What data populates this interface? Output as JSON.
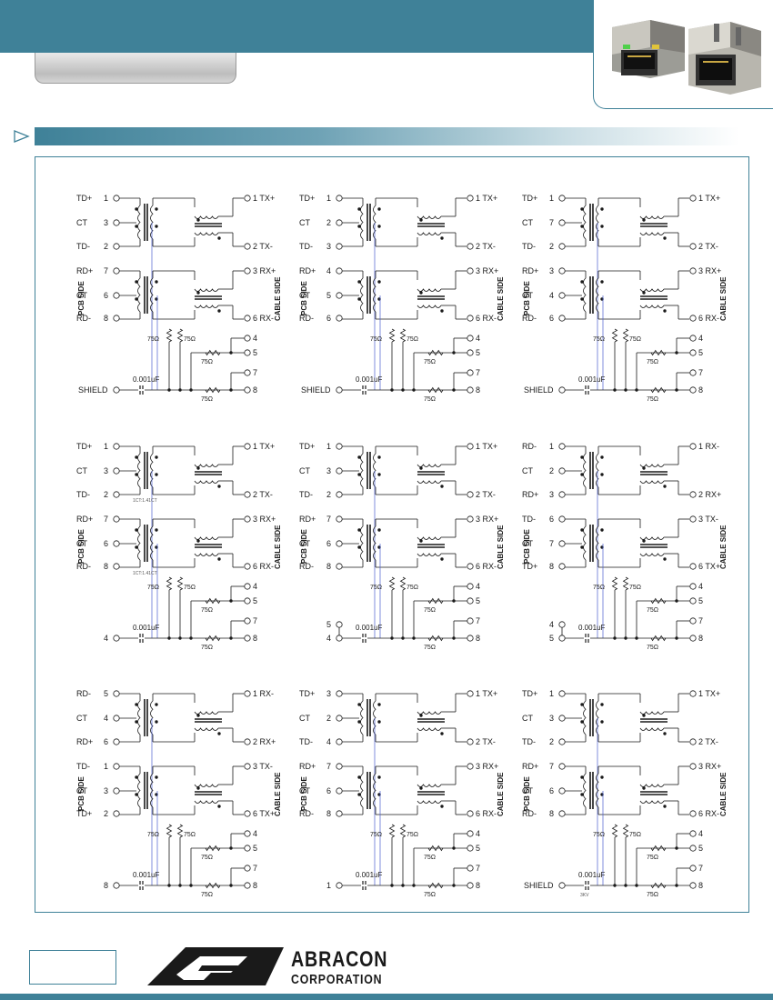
{
  "brand": {
    "name_line1": "ABRACON",
    "name_line2": "CORPORATION",
    "colors": {
      "accent": "#3f8198",
      "ink": "#1a1a1a"
    }
  },
  "header": {
    "pill_label": "",
    "product_photo": "rj45-connector-photo"
  },
  "section": {
    "arrow_icon": "arrow-right-icon",
    "title": ""
  },
  "footer": {
    "page_number": ""
  },
  "labels": {
    "pcb_side": "PCB SIDE",
    "cable_side": "CABLE SIDE",
    "r75": "75Ω",
    "cap": "0.001uF",
    "ratio": "1CT:1.41CT",
    "cap_note": "3KV",
    "shield": "SHIELD"
  },
  "diagrams": [
    {
      "left": [
        [
          "TD+",
          "1"
        ],
        [
          "CT",
          "3"
        ],
        [
          "TD-",
          "2"
        ],
        [
          "RD+",
          "7"
        ],
        [
          "CT",
          "6"
        ],
        [
          "RD-",
          "8"
        ]
      ],
      "right": [
        [
          "1",
          "TX+"
        ],
        [
          "2",
          "TX-"
        ],
        [
          "3",
          "RX+"
        ],
        [
          "6",
          "RX-"
        ]
      ],
      "shield": {
        "label": "SHIELD",
        "pin": ""
      }
    },
    {
      "left": [
        [
          "TD+",
          "1"
        ],
        [
          "CT",
          "2"
        ],
        [
          "TD-",
          "3"
        ],
        [
          "RD+",
          "4"
        ],
        [
          "CT",
          "5"
        ],
        [
          "RD-",
          "6"
        ]
      ],
      "right": [
        [
          "1",
          "TX+"
        ],
        [
          "2",
          "TX-"
        ],
        [
          "3",
          "RX+"
        ],
        [
          "6",
          "RX-"
        ]
      ],
      "shield": {
        "label": "SHIELD",
        "pin": ""
      }
    },
    {
      "left": [
        [
          "TD+",
          "1"
        ],
        [
          "CT",
          "7"
        ],
        [
          "TD-",
          "2"
        ],
        [
          "RD+",
          "3"
        ],
        [
          "CT",
          "4"
        ],
        [
          "RD-",
          "6"
        ]
      ],
      "right": [
        [
          "1",
          "TX+"
        ],
        [
          "2",
          "TX-"
        ],
        [
          "3",
          "RX+"
        ],
        [
          "6",
          "RX-"
        ]
      ],
      "shield": {
        "label": "SHIELD",
        "pin": ""
      }
    },
    {
      "left": [
        [
          "TD+",
          "1"
        ],
        [
          "CT",
          "3"
        ],
        [
          "TD-",
          "2"
        ],
        [
          "RD+",
          "7"
        ],
        [
          "CT",
          "6"
        ],
        [
          "RD-",
          "8"
        ]
      ],
      "right": [
        [
          "1",
          "TX+"
        ],
        [
          "2",
          "TX-"
        ],
        [
          "3",
          "RX+"
        ],
        [
          "6",
          "RX-"
        ]
      ],
      "shield": {
        "label": "",
        "pin": "4"
      },
      "ratio": true
    },
    {
      "left": [
        [
          "TD+",
          "1"
        ],
        [
          "CT",
          "3"
        ],
        [
          "TD-",
          "2"
        ],
        [
          "RD+",
          "7"
        ],
        [
          "CT",
          "6"
        ],
        [
          "RD-",
          "8"
        ]
      ],
      "right": [
        [
          "1",
          "TX+"
        ],
        [
          "2",
          "TX-"
        ],
        [
          "3",
          "RX+"
        ],
        [
          "6",
          "RX-"
        ]
      ],
      "shield": {
        "label": "",
        "pin": "4"
      },
      "extra_pin": "5"
    },
    {
      "left": [
        [
          "RD-",
          "1"
        ],
        [
          "CT",
          "2"
        ],
        [
          "RD+",
          "3"
        ],
        [
          "TD-",
          "6"
        ],
        [
          "CT",
          "7"
        ],
        [
          "TD+",
          "8"
        ]
      ],
      "right": [
        [
          "1",
          "RX-"
        ],
        [
          "2",
          "RX+"
        ],
        [
          "3",
          "TX-"
        ],
        [
          "6",
          "TX+"
        ]
      ],
      "shield": {
        "label": "",
        "pin": "5"
      },
      "extra_pin": "4"
    },
    {
      "left": [
        [
          "RD-",
          "5"
        ],
        [
          "CT",
          "4"
        ],
        [
          "RD+",
          "6"
        ],
        [
          "TD-",
          "1"
        ],
        [
          "CT",
          "3"
        ],
        [
          "TD+",
          "2"
        ]
      ],
      "right": [
        [
          "1",
          "RX-"
        ],
        [
          "2",
          "RX+"
        ],
        [
          "3",
          "TX-"
        ],
        [
          "6",
          "TX+"
        ]
      ],
      "shield": {
        "label": "",
        "pin": "8"
      }
    },
    {
      "left": [
        [
          "TD+",
          "3"
        ],
        [
          "CT",
          "2"
        ],
        [
          "TD-",
          "4"
        ],
        [
          "RD+",
          "7"
        ],
        [
          "CT",
          "6"
        ],
        [
          "RD-",
          "8"
        ]
      ],
      "right": [
        [
          "1",
          "TX+"
        ],
        [
          "2",
          "TX-"
        ],
        [
          "3",
          "RX+"
        ],
        [
          "6",
          "RX-"
        ]
      ],
      "shield": {
        "label": "",
        "pin": "1"
      }
    },
    {
      "left": [
        [
          "TD+",
          "1"
        ],
        [
          "CT",
          "3"
        ],
        [
          "TD-",
          "2"
        ],
        [
          "RD+",
          "7"
        ],
        [
          "CT",
          "6"
        ],
        [
          "RD-",
          "8"
        ]
      ],
      "right": [
        [
          "1",
          "TX+"
        ],
        [
          "2",
          "TX-"
        ],
        [
          "3",
          "RX+"
        ],
        [
          "6",
          "RX-"
        ]
      ],
      "shield": {
        "label": "SHIELD",
        "pin": ""
      },
      "cap_note": true
    }
  ],
  "bottom_pins": [
    "4",
    "5",
    "7",
    "8"
  ]
}
